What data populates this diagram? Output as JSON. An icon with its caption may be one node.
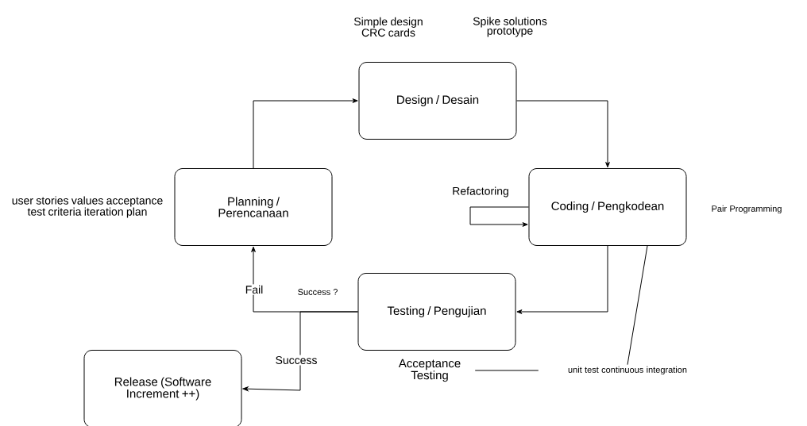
{
  "diagram": {
    "nodes": [
      {
        "text": [
          "Design / Desain"
        ],
        "beside": [
          "Simple design CRC cards",
          "Spike solutions prototype"
        ]
      },
      {
        "text": [
          "Coding / Pengkodean"
        ],
        "beside": [
          "Pair Programming"
        ]
      },
      {
        "text": [
          "Testing / Pengujian"
        ]
      },
      {
        "text": [
          "Planning / Perencanaan"
        ],
        "beside": [
          "user stories values acceptance test criteria iteration plan"
        ]
      },
      {
        "text": [
          "Release (Software Increment ++)"
        ]
      },
      {
        "text": [
          "unit test continuous integration"
        ]
      },
      {
        "text": [
          "Acceptance Testing"
        ]
      }
    ],
    "edges": [
      {
        "from": 3,
        "to": 0,
        "arrow": "to"
      },
      {
        "from": 0,
        "to": 1,
        "arrow": "to"
      },
      {
        "from": 1,
        "to": 2,
        "arrow": "to"
      },
      {
        "from": 2,
        "to": 3,
        "arrow": "to",
        "label": "Fail"
      },
      {
        "from": 2,
        "to": 4,
        "arrow": "to",
        "label": "Success"
      },
      {
        "from": 1,
        "to": 1,
        "arrow": "to",
        "label": "Refactoring"
      },
      {
        "from": 1,
        "to": 5,
        "arrow": "none"
      },
      {
        "from": 6,
        "to": 5,
        "arrow": "none"
      }
    ],
    "labels": [
      "Success ?"
    ]
  }
}
